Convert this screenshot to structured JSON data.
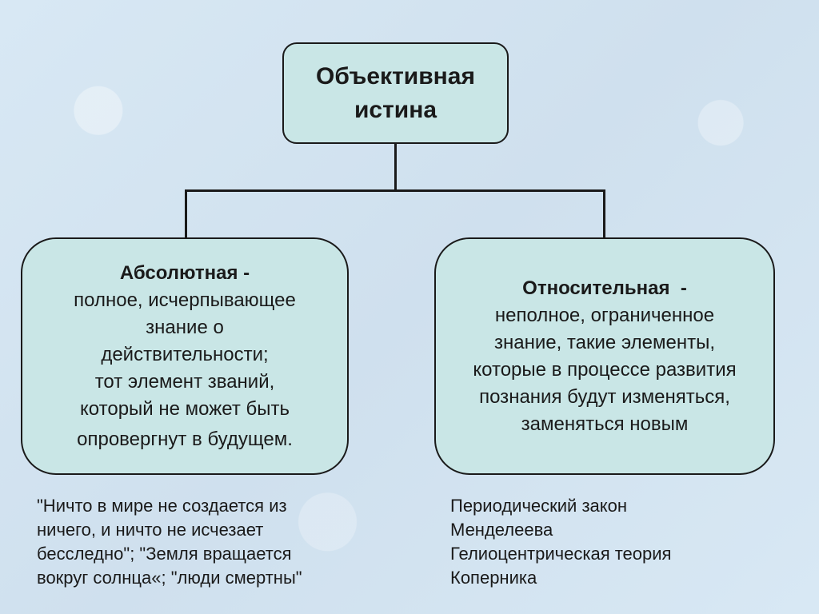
{
  "root": {
    "lines": [
      "Объективная",
      "истина"
    ]
  },
  "absolute": {
    "title": "Абсолютная -",
    "lines": [
      "полное, исчерпывающее",
      "знание о",
      "действительности;",
      "тот элемент званий,",
      "который не может быть",
      "опровергнут в будущем."
    ],
    "examples": [
      "\"Ничто в мире не создается из",
      "ничего, и ничто не исчезает",
      "бесследно\"; \"Земля вращается",
      "вокруг солнца«; \"люди смертны\""
    ]
  },
  "relative": {
    "title": "Относительная  -",
    "lines": [
      "неполное, ограниченное",
      "знание, такие элементы,",
      "которые в процессе развития",
      "познания будут изменяться,",
      "заменяться новым"
    ],
    "examples": [
      "Периодический закон",
      "Менделеева",
      "Гелиоцентрическая теория",
      "Коперника"
    ]
  }
}
